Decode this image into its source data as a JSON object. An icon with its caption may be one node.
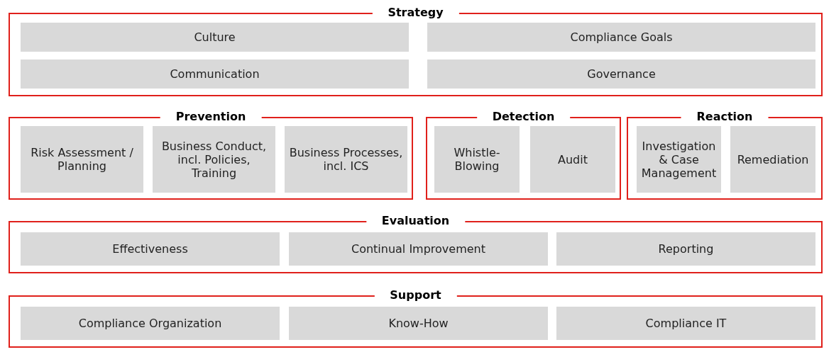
{
  "diagram": {
    "nodes": [
      {
        "text": [
          "Strategy"
        ]
      },
      {
        "text": [
          "Culture"
        ],
        "in": 0
      },
      {
        "text": [
          "Compliance Goals"
        ],
        "in": 0
      },
      {
        "text": [
          "Communication"
        ],
        "in": 0
      },
      {
        "text": [
          "Governance"
        ],
        "in": 0
      },
      {
        "text": [
          "Prevention"
        ]
      },
      {
        "text": [
          "Risk Assessment / Planning"
        ],
        "in": 5
      },
      {
        "text": [
          "Business Conduct, incl. Policies, Training"
        ],
        "in": 5
      },
      {
        "text": [
          "Business Processes, incl. ICS"
        ],
        "in": 5
      },
      {
        "text": [
          "Detection"
        ]
      },
      {
        "text": [
          "Whistle-Blowing"
        ],
        "in": 9
      },
      {
        "text": [
          "Audit"
        ],
        "in": 9
      },
      {
        "text": [
          "Reaction"
        ]
      },
      {
        "text": [
          "Investigation & Case Management"
        ],
        "in": 12
      },
      {
        "text": [
          "Remediation"
        ],
        "in": 12
      },
      {
        "text": [
          "Evaluation"
        ]
      },
      {
        "text": [
          "Effectiveness"
        ],
        "in": 15
      },
      {
        "text": [
          "Continual Improvement"
        ],
        "in": 15
      },
      {
        "text": [
          "Reporting"
        ],
        "in": 15
      },
      {
        "text": [
          "Support"
        ]
      },
      {
        "text": [
          "Compliance Organization"
        ],
        "in": 19
      },
      {
        "text": [
          "Know-How"
        ],
        "in": 19
      },
      {
        "text": [
          "Compliance IT"
        ],
        "in": 19
      }
    ],
    "edges": []
  }
}
